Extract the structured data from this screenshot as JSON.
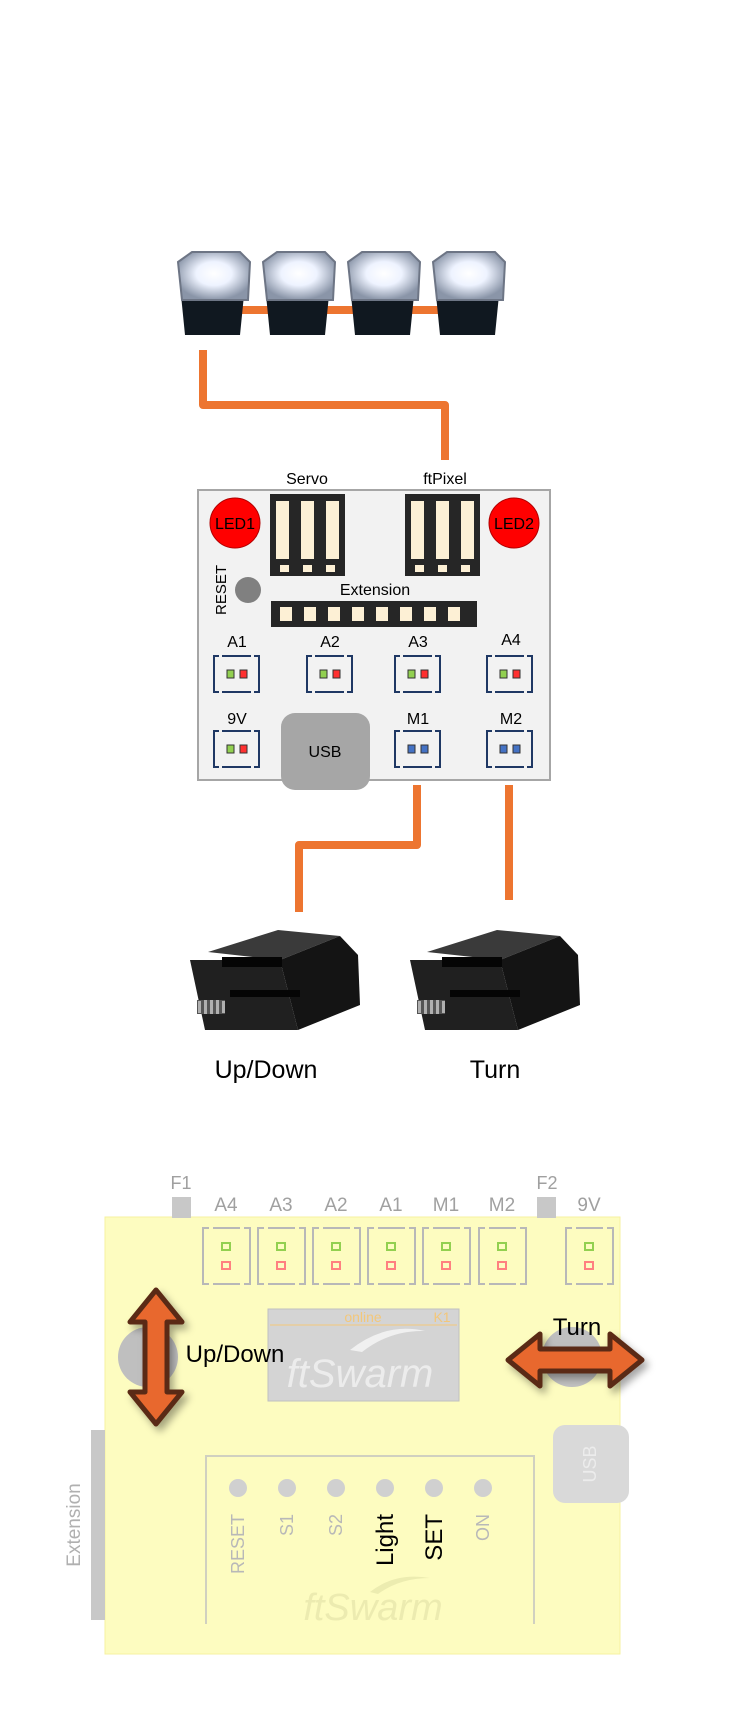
{
  "board_top": {
    "led1": "LED1",
    "led2": "LED2",
    "servo": "Servo",
    "ftpixel": "ftPixel",
    "reset": "RESET",
    "extension": "Extension",
    "ports_row1": [
      "A1",
      "A2",
      "A3",
      "A4"
    ],
    "ports_row2": [
      "9V",
      "M1",
      "M2"
    ],
    "usb": "USB"
  },
  "motors": {
    "left_label": "Up/Down",
    "right_label": "Turn"
  },
  "controller": {
    "f1": "F1",
    "f2": "F2",
    "ports": [
      "A4",
      "A3",
      "A2",
      "A1",
      "M1",
      "M2"
    ],
    "port_9v": "9V",
    "display_status": "online",
    "display_id": "K1",
    "display_logo": "ftSwarm",
    "updown_label": "Up/Down",
    "turn_label": "Turn",
    "usb": "USB",
    "extension": "Extension",
    "buttons": [
      "RESET",
      "S1",
      "S2",
      "Light",
      "SET",
      "ON"
    ],
    "bottom_logo": "ftSwarm"
  },
  "colors": {
    "cable": "#ed7530",
    "led_red": "#ff0000",
    "board_bg": "#f2f2f2",
    "controller_bg": "#fdfcc0",
    "arrow_fill": "#e8672d",
    "arrow_stroke": "#5a2a12"
  }
}
